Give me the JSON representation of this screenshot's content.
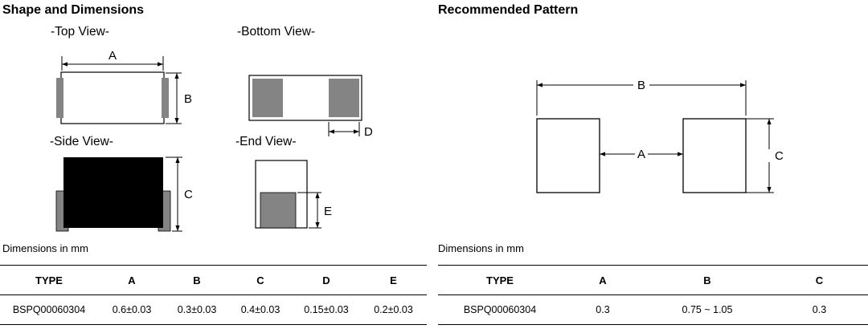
{
  "left": {
    "title": "Shape and Dimensions",
    "views": {
      "top": "-Top View-",
      "bottom": "-Bottom View-",
      "side": "-Side View-",
      "end": "-End View-"
    },
    "dims": {
      "A": "A",
      "B": "B",
      "C": "C",
      "D": "D",
      "E": "E"
    },
    "note": "Dimensions in mm",
    "table": {
      "headers": [
        "TYPE",
        "A",
        "B",
        "C",
        "D",
        "E"
      ],
      "row": [
        "BSPQ00060304",
        "0.6±0.03",
        "0.3±0.03",
        "0.4±0.03",
        "0.15±0.03",
        "0.2±0.03"
      ]
    }
  },
  "right": {
    "title": "Recommended Pattern",
    "dims": {
      "A": "A",
      "B": "B",
      "C": "C"
    },
    "note": "Dimensions in mm",
    "table": {
      "headers": [
        "TYPE",
        "A",
        "B",
        "C"
      ],
      "row": [
        "BSPQ00060304",
        "0.3",
        "0.75 ~ 1.05",
        "0.3"
      ]
    }
  },
  "colors": {
    "pad_gray": "#848484",
    "body_black": "#000000",
    "line": "#000000"
  }
}
